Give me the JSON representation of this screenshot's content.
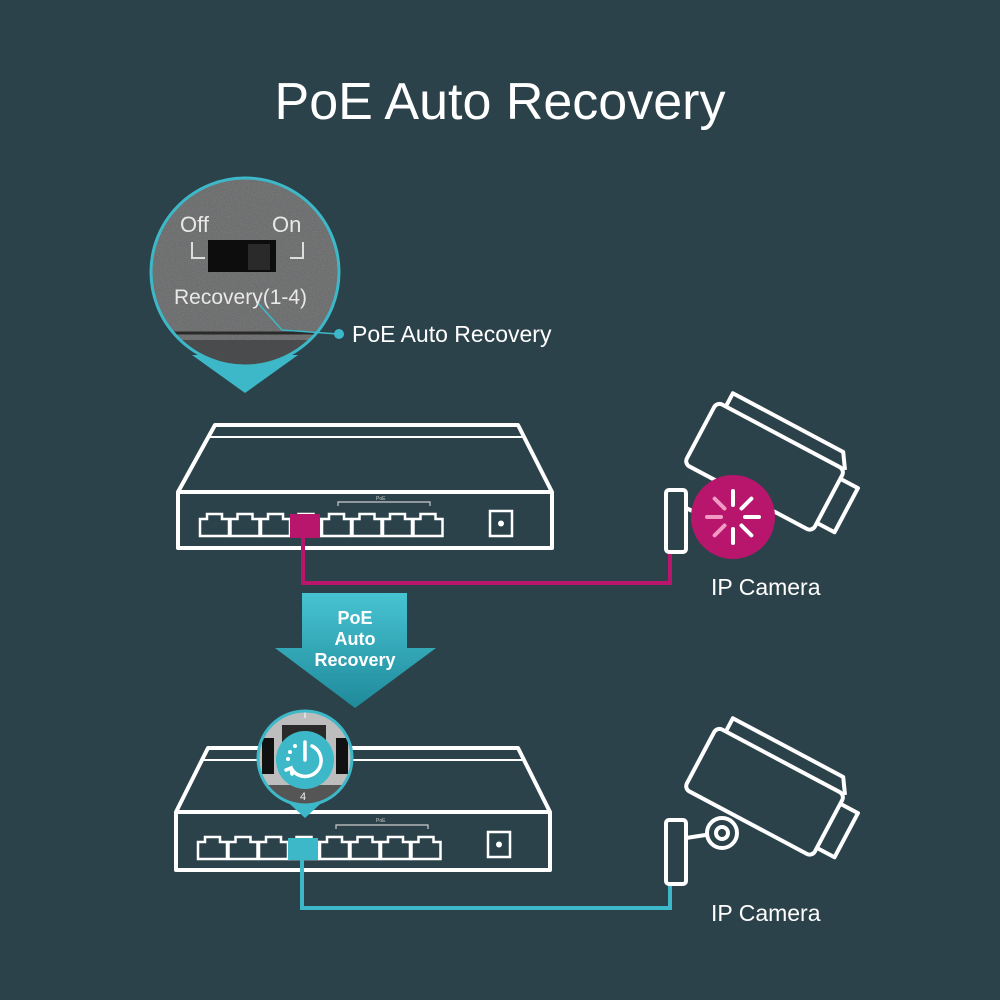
{
  "title": "PoE Auto Recovery",
  "colors": {
    "background": "#2c424a",
    "accent": "#3cb8c8",
    "alert": "#b8156c",
    "line": "#ffffff"
  },
  "magnifier": {
    "off_label": "Off",
    "on_label": "On",
    "switch_label": "Recovery(1-4)",
    "port_number": "4"
  },
  "callout_label": "PoE Auto Recovery",
  "switch": {
    "poe_label": "PoE",
    "port_count": 8
  },
  "arrow": {
    "line1": "PoE",
    "line2": "Auto",
    "line3": "Recovery"
  },
  "cameras": [
    {
      "label": "IP Camera",
      "state": "restarting",
      "icon": "loading-spinner-icon"
    },
    {
      "label": "IP Camera",
      "state": "working"
    }
  ],
  "recovery_icon": "power-restart-icon"
}
